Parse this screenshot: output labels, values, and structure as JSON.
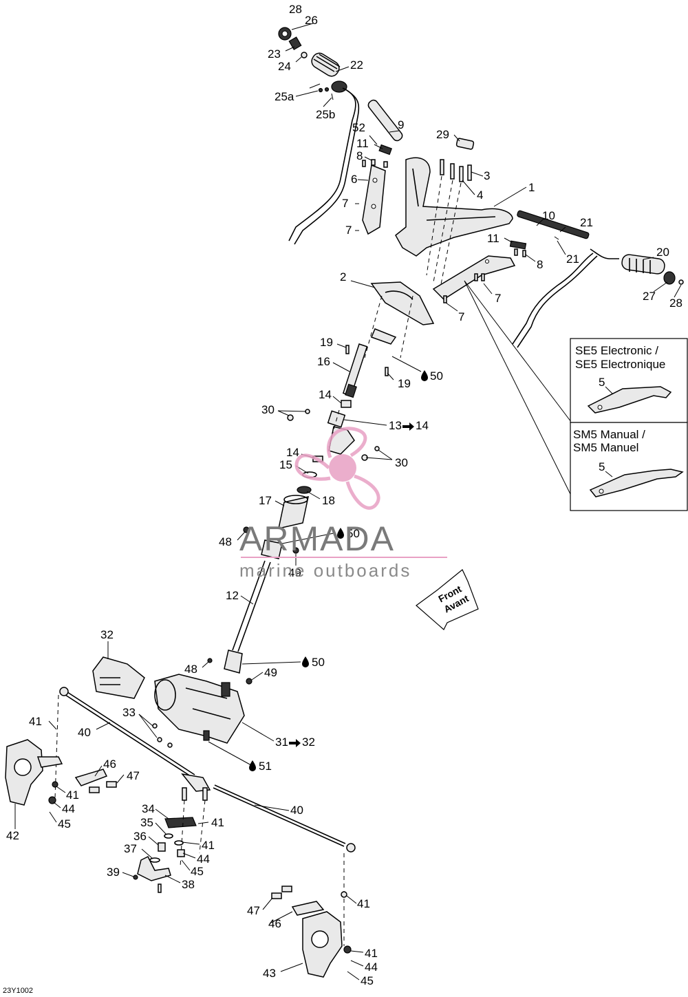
{
  "callouts": [
    {
      "id": "c28a",
      "text": "28"
    },
    {
      "id": "c26",
      "text": "26"
    },
    {
      "id": "c23",
      "text": "23"
    },
    {
      "id": "c24",
      "text": "24"
    },
    {
      "id": "c22",
      "text": "22"
    },
    {
      "id": "c25a",
      "text": "25a"
    },
    {
      "id": "c25b",
      "text": "25b"
    },
    {
      "id": "c52",
      "text": "52"
    },
    {
      "id": "c9",
      "text": "9"
    },
    {
      "id": "c11a",
      "text": "11"
    },
    {
      "id": "c8a",
      "text": "8"
    },
    {
      "id": "c29",
      "text": "29"
    },
    {
      "id": "c3",
      "text": "3"
    },
    {
      "id": "c4",
      "text": "4"
    },
    {
      "id": "c6",
      "text": "6"
    },
    {
      "id": "c7a",
      "text": "7"
    },
    {
      "id": "c7b",
      "text": "7"
    },
    {
      "id": "c1",
      "text": "1"
    },
    {
      "id": "c10",
      "text": "10"
    },
    {
      "id": "c21a",
      "text": "21"
    },
    {
      "id": "c11b",
      "text": "11"
    },
    {
      "id": "c21b",
      "text": "21"
    },
    {
      "id": "c8b",
      "text": "8"
    },
    {
      "id": "c20",
      "text": "20"
    },
    {
      "id": "c2",
      "text": "2"
    },
    {
      "id": "c7c",
      "text": "7"
    },
    {
      "id": "c7d",
      "text": "7"
    },
    {
      "id": "c27",
      "text": "27"
    },
    {
      "id": "c28b",
      "text": "28"
    },
    {
      "id": "c19a",
      "text": "19"
    },
    {
      "id": "c16",
      "text": "16"
    },
    {
      "id": "c50a",
      "text": "50"
    },
    {
      "id": "c19b",
      "text": "19"
    },
    {
      "id": "c14a",
      "text": "14"
    },
    {
      "id": "c30a",
      "text": "30"
    },
    {
      "id": "c13",
      "text": "13"
    },
    {
      "id": "c13t",
      "text": "14"
    },
    {
      "id": "c14b",
      "text": "14"
    },
    {
      "id": "c15",
      "text": "15"
    },
    {
      "id": "c30b",
      "text": "30"
    },
    {
      "id": "c17",
      "text": "17"
    },
    {
      "id": "c18",
      "text": "18"
    },
    {
      "id": "c48a",
      "text": "48"
    },
    {
      "id": "c50b",
      "text": "50"
    },
    {
      "id": "c49a",
      "text": "49"
    },
    {
      "id": "c12",
      "text": "12"
    },
    {
      "id": "c32",
      "text": "32"
    },
    {
      "id": "c48b",
      "text": "48"
    },
    {
      "id": "c50c",
      "text": "50"
    },
    {
      "id": "c49b",
      "text": "49"
    },
    {
      "id": "c33",
      "text": "33"
    },
    {
      "id": "c41a",
      "text": "41"
    },
    {
      "id": "c40a",
      "text": "40"
    },
    {
      "id": "c31",
      "text": "31"
    },
    {
      "id": "c31t",
      "text": "32"
    },
    {
      "id": "c46a",
      "text": "46"
    },
    {
      "id": "c47a",
      "text": "47"
    },
    {
      "id": "c51",
      "text": "51"
    },
    {
      "id": "c41b",
      "text": "41"
    },
    {
      "id": "c44a",
      "text": "44"
    },
    {
      "id": "c45a",
      "text": "45"
    },
    {
      "id": "c42",
      "text": "42"
    },
    {
      "id": "c34",
      "text": "34"
    },
    {
      "id": "c41c",
      "text": "41"
    },
    {
      "id": "c40b",
      "text": "40"
    },
    {
      "id": "c35",
      "text": "35"
    },
    {
      "id": "c36",
      "text": "36"
    },
    {
      "id": "c41d",
      "text": "41"
    },
    {
      "id": "c37",
      "text": "37"
    },
    {
      "id": "c44b",
      "text": "44"
    },
    {
      "id": "c45b",
      "text": "45"
    },
    {
      "id": "c39",
      "text": "39"
    },
    {
      "id": "c38",
      "text": "38"
    },
    {
      "id": "c41e",
      "text": "41"
    },
    {
      "id": "c47b",
      "text": "47"
    },
    {
      "id": "c46b",
      "text": "46"
    },
    {
      "id": "c41f",
      "text": "41"
    },
    {
      "id": "c44c",
      "text": "44"
    },
    {
      "id": "c43",
      "text": "43"
    },
    {
      "id": "c45c",
      "text": "45"
    }
  ],
  "inset_boxes": [
    {
      "id": "se5",
      "line1": "SE5 Electronic /",
      "line2": "SE5 Electronique",
      "part": "5"
    },
    {
      "id": "sm5",
      "line1": "SM5 Manual /",
      "line2": "SM5 Manuel",
      "part": "5"
    }
  ],
  "front_arrow": {
    "line1": "Front",
    "line2": "Avant"
  },
  "watermark": {
    "title": "ARMADA",
    "subtitle": "marine outboards",
    "accent": "#e8a0c4"
  },
  "figure_code": "23Y1002",
  "icons": {
    "lubricant": "oil-drop-icon",
    "goes_to": "arrow-right-icon"
  }
}
